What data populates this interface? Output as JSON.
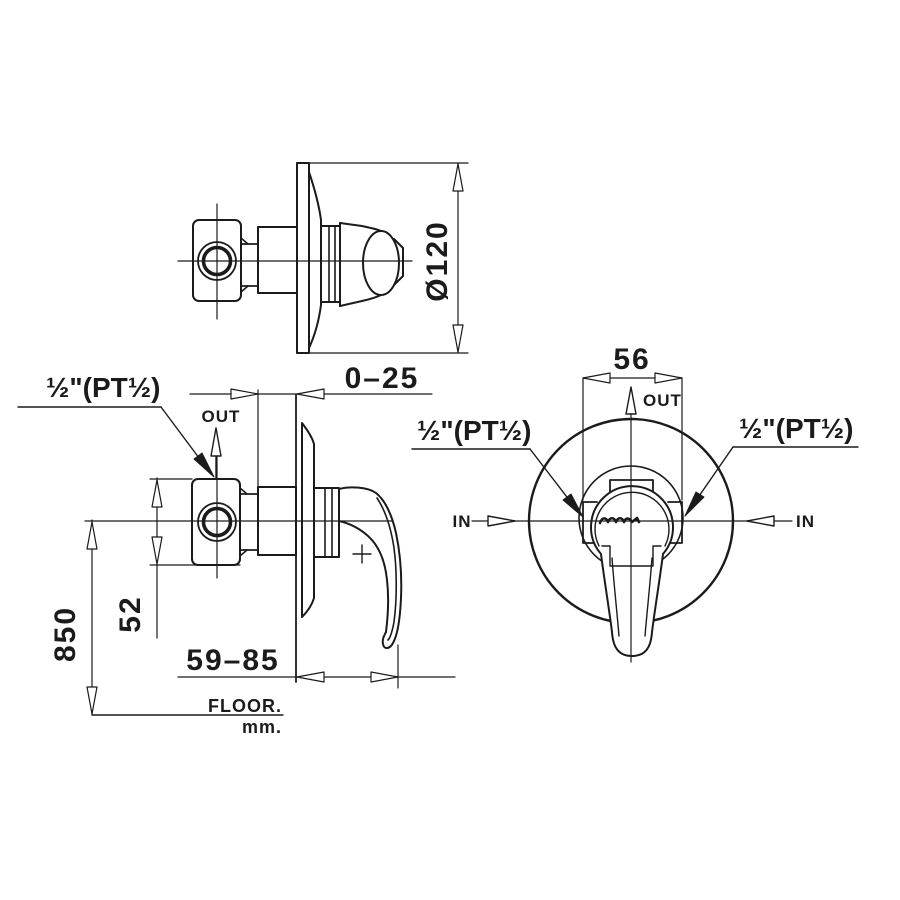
{
  "drawing": {
    "dim_flange_diameter": "Ø120",
    "dim_depth_range": "0–25",
    "dim_body_height": "52",
    "dim_mounting_height": "850",
    "dim_projection_range": "59–85",
    "dim_body_width": "56",
    "label_out": "OUT",
    "label_in": "IN",
    "label_port": "½\"(PT½)",
    "label_floor": "FLOOR.",
    "label_units": "mm."
  }
}
